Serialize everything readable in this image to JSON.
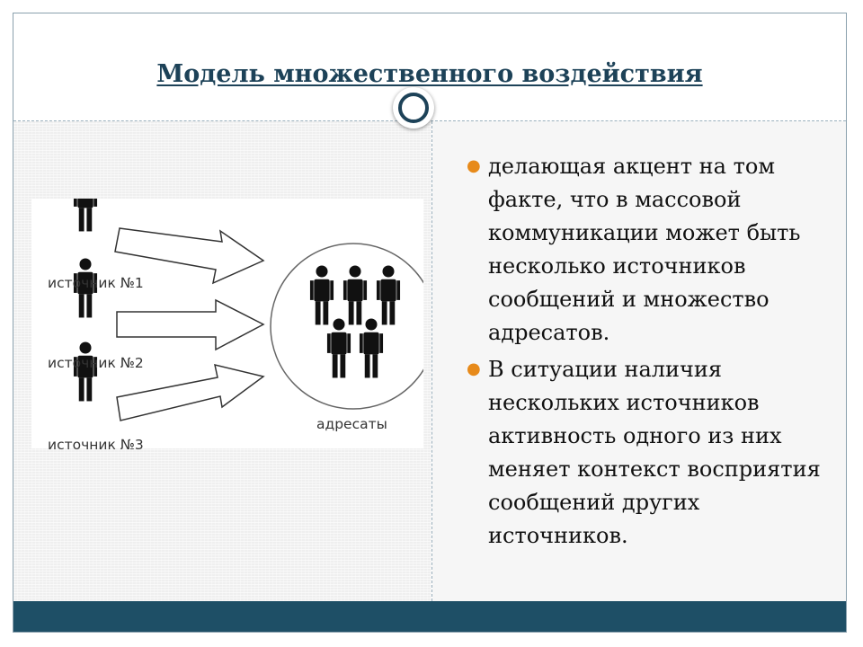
{
  "slide": {
    "title": "Модель множественного воздействия",
    "diagram": {
      "sources": [
        "источник №1",
        "источник №2",
        "источник №3"
      ],
      "target_label": "адресаты"
    },
    "bullets": [
      "делающая акцент на том факте, что в массовой коммуникации может быть несколько источников сообщений и множество адресатов.",
      "В ситуации наличия нескольких источников активность одного из них меняет контекст восприятия сообщений других источников."
    ]
  },
  "colors": {
    "title": "#1d4258",
    "bullet_marker": "#e78a1a",
    "bottom_bar": "#1e4f66"
  }
}
